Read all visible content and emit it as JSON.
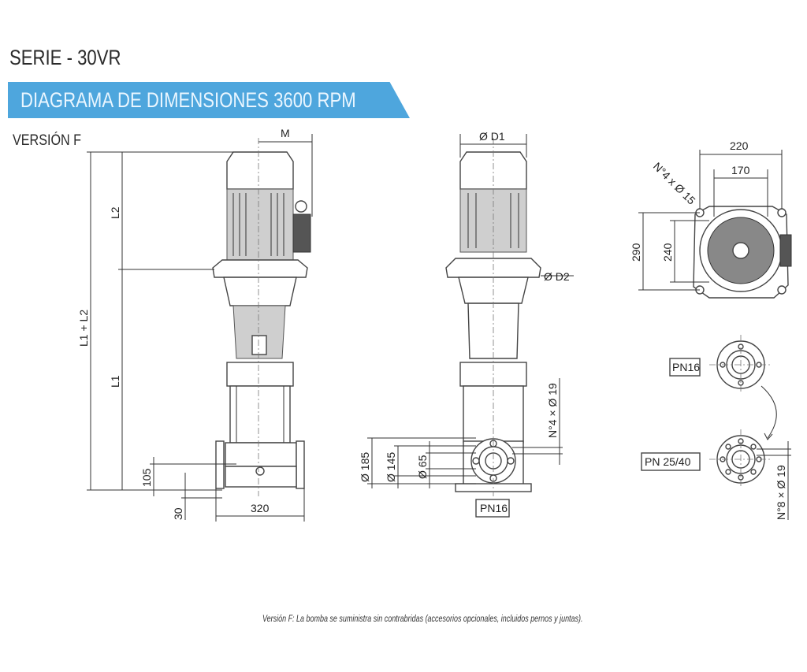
{
  "header": {
    "series_title": "SERIE - 30VR",
    "banner_title": "DIAGRAMA DE DIMENSIONES 3600 RPM",
    "version_label": "VERSIÓN F",
    "accent_color": "#4ea6dd"
  },
  "side_view": {
    "dim_m": "M",
    "dim_l2": "L2",
    "dim_l1_l2": "L1 + L2",
    "dim_l1": "L1",
    "dim_105": "105",
    "dim_30": "30",
    "dim_320": "320"
  },
  "front_view": {
    "dim_d1": "Ø D1",
    "dim_d2": "Ø D2",
    "dim_185": "Ø 185",
    "dim_145": "Ø 145",
    "dim_65": "Ø 65",
    "dim_holes": "N°4 × Ø 19",
    "flange_label": "PN16"
  },
  "top_view": {
    "dim_220": "220",
    "dim_170": "170",
    "dim_holes": "N°4 x Ø 15",
    "dim_290": "290",
    "dim_240": "240"
  },
  "flanges": {
    "pn16_label": "PN16",
    "pn2540_label": "PN 25/40",
    "holes_label": "N°8 × Ø 19"
  },
  "footnote": "Versión F: La bomba se suministra sin contrabridas (accesorios opcionales, incluidos pernos y juntas)."
}
